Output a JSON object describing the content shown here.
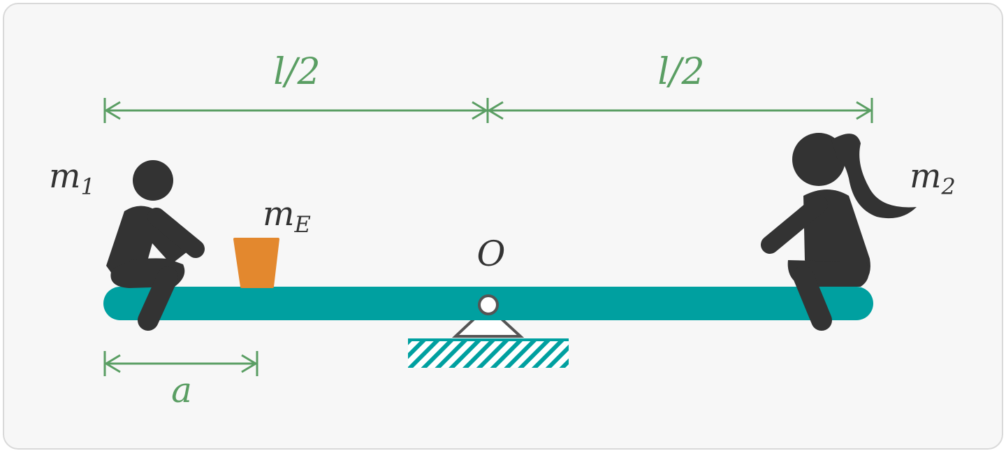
{
  "labels": {
    "half_length_left": "l/2",
    "half_length_right": "l/2",
    "distance_a": "a",
    "mass_1": "m",
    "mass_1_sub": "1",
    "mass_2": "m",
    "mass_2_sub": "2",
    "mass_e": "m",
    "mass_e_sub": "E",
    "pivot": "O"
  },
  "colors": {
    "beam": "#00a0a0",
    "dimension": "#5a9e63",
    "figure": "#333333",
    "weight": "#e3882e",
    "support_hatch": "#00a0a0"
  }
}
